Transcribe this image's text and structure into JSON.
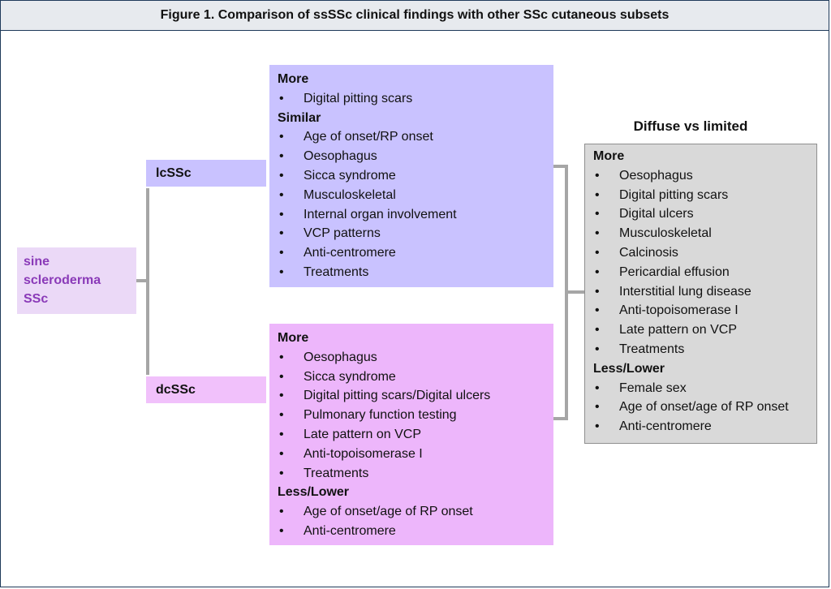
{
  "title": "Figure 1. Comparison of ssSSc clinical findings with other SSc cutaneous subsets",
  "root": {
    "lines": [
      "sine",
      "scleroderma",
      "SSc"
    ]
  },
  "lcssc": {
    "label": "lcSSc",
    "sections": [
      {
        "heading": "More",
        "items": [
          "Digital pitting scars"
        ]
      },
      {
        "heading": "Similar",
        "items": [
          "Age of onset/RP onset",
          "Oesophagus",
          "Sicca syndrome",
          "Musculoskeletal",
          "Internal organ involvement",
          "VCP patterns",
          "Anti-centromere",
          "Treatments"
        ]
      }
    ]
  },
  "dcssc": {
    "label": "dcSSc",
    "sections": [
      {
        "heading": "More",
        "items": [
          "Oesophagus",
          "Sicca syndrome",
          "Digital pitting scars/Digital ulcers",
          "Pulmonary function testing",
          "Late pattern on VCP",
          "Anti-topoisomerase I",
          "Treatments"
        ]
      },
      {
        "heading": "Less/Lower",
        "items": [
          "Age of onset/age of RP onset",
          "Anti-centromere"
        ]
      }
    ]
  },
  "comparison": {
    "title": "Diffuse vs limited",
    "sections": [
      {
        "heading": "More",
        "items": [
          "Oesophagus",
          "Digital pitting scars",
          "Digital ulcers",
          "Musculoskeletal",
          "Calcinosis",
          "Pericardial effusion",
          "Interstitial lung disease",
          "Anti-topoisomerase I",
          "Late pattern on VCP",
          "Treatments"
        ]
      },
      {
        "heading": "Less/Lower",
        "items": [
          "Female sex",
          "Age of onset/age of RP onset",
          "Anti-centromere"
        ]
      }
    ]
  },
  "colors": {
    "lcssc": "#c9c2ff",
    "dcssc": "#edb6fb",
    "root": "#ebd9f7",
    "root_text": "#8a3ab8",
    "comparison": "#d9d9d9",
    "connector": "#a6a6a6"
  }
}
